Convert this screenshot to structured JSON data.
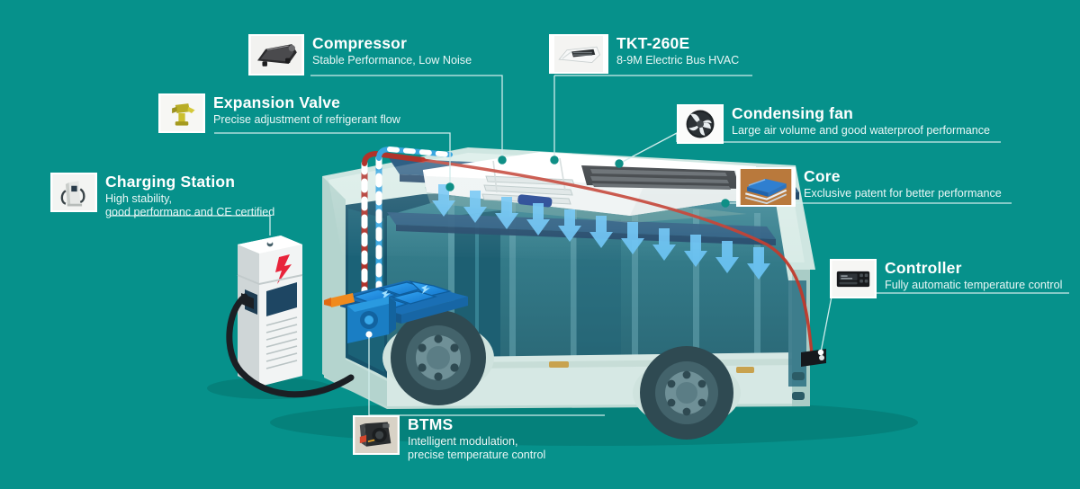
{
  "background_color": "#06918b",
  "diagram": {
    "subject": "electric-bus-hvac-system",
    "vehicle": "electric city bus (cutaway illustration)"
  },
  "callouts": [
    {
      "id": "compressor",
      "icon": "compressor-icon",
      "title": "Compressor",
      "desc_lines": [
        "Stable Performance, Low Noise"
      ]
    },
    {
      "id": "tkt-260e",
      "icon": "rooftop-hvac-unit-icon",
      "title": "TKT-260E",
      "desc_lines": [
        "8-9M Electric Bus HVAC"
      ]
    },
    {
      "id": "expansion-valve",
      "icon": "expansion-valve-icon",
      "title": "Expansion Valve",
      "desc_lines": [
        "Precise adjustment of refrigerant flow"
      ]
    },
    {
      "id": "condensing-fan",
      "icon": "fan-icon",
      "title": "Condensing fan",
      "desc_lines": [
        "Large air volume and good waterproof performance"
      ]
    },
    {
      "id": "charging-station",
      "icon": "charging-station-icon",
      "title": "Charging Station",
      "desc_lines": [
        "High stability,",
        "good performanc and CE certified"
      ]
    },
    {
      "id": "core",
      "icon": "heat-exchanger-core-icon",
      "title": "Core",
      "desc_lines": [
        "Exclusive patent for better performance"
      ]
    },
    {
      "id": "controller",
      "icon": "controller-panel-icon",
      "title": "Controller",
      "desc_lines": [
        "Fully automatic temperature control"
      ]
    },
    {
      "id": "btms",
      "icon": "btms-unit-icon",
      "title": "BTMS",
      "desc_lines": [
        "Intelligent modulation,",
        "precise temperature control"
      ]
    }
  ],
  "colors": {
    "background": "#06918b",
    "title_text": "#ffffff",
    "desc_text": "#eaf7f6",
    "leader_line": "#cfeceb",
    "bus_body_light": "#cfe3de",
    "bus_body_mid": "#a8ccc6",
    "bus_window_dark": "#1d5b6b",
    "bus_window_mid": "#2b7d8c",
    "hvac_white": "#f4f7f7",
    "airflow_arrow": "#6cc4f5",
    "battery_blue": "#2196f3",
    "refrigerant_hot": "#c0392b",
    "refrigerant_cold": "#3aa7e0",
    "charger_white": "#f2f4f4",
    "charger_bolt": "#e8243b",
    "cable_black": "#1b1f24",
    "marker_dot": "#0f8f86",
    "ground_shadow": "#05817b"
  }
}
